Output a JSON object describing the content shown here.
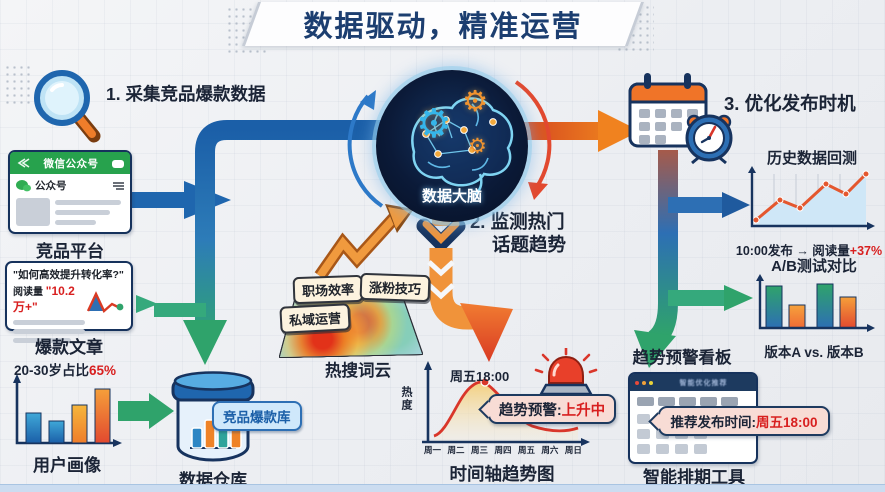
{
  "title": "数据驱动，精准运营",
  "steps": {
    "step1": "1. 采集竞品爆款数据",
    "step2_line1": "2. 监测热门",
    "step2_line2": "话题趋势",
    "step3": "3. 优化发布时机"
  },
  "platform_card": {
    "header": "微信公众号",
    "account": "公众号",
    "label": "竞品平台"
  },
  "article_card": {
    "title": "\"如何高效提升转化率?\"",
    "read_label": "阅读量",
    "read_value": "\"10.2万+\"",
    "label": "爆款文章"
  },
  "user_profile": {
    "stat_prefix": "20-30岁占比",
    "stat_value": "65%",
    "label": "用户画像"
  },
  "brain": {
    "label": "数据大脑"
  },
  "wordcloud": {
    "tags": [
      "职场效率",
      "涨粉技巧",
      "私域运营"
    ],
    "label": "热搜词云"
  },
  "timeline": {
    "peak_label": "周五18:00",
    "alert_prefix": "趋势预警: ",
    "alert_value": "上升中",
    "ylabel": "热度",
    "xlabels": [
      "周一",
      "周二",
      "周三",
      "周四",
      "周五",
      "周六",
      "周日"
    ],
    "label": "时间轴趋势图"
  },
  "warehouse": {
    "tag": "竞品爆款库",
    "label": "数据仓库"
  },
  "backtest": {
    "title": "历史数据回测",
    "caption_prefix": "10:00发布 → 阅读量",
    "caption_value": "+37%"
  },
  "ab_test": {
    "title": "A/B测试对比",
    "caption": "版本A vs. 版本B"
  },
  "dashboard": {
    "label": "趋势预警看板"
  },
  "scheduler": {
    "window_title": "智能优化推荐",
    "bubble_prefix": "推荐发布时间: ",
    "bubble_value": "周五18:00",
    "label": "智能排期工具"
  },
  "colors": {
    "title_navy": "#1c3e70",
    "alert_red": "#d81f1f",
    "flow_blue": "#1f66ae",
    "flow_green": "#2fa36b",
    "flow_orange": "#f0933a"
  },
  "chart_data": [
    {
      "type": "bar",
      "title": "用户画像",
      "annotation": "20-30岁占比65%",
      "categories": [
        "bar1",
        "bar2",
        "bar3",
        "bar4"
      ],
      "values": [
        58,
        42,
        73,
        100
      ],
      "ylim": [
        0,
        100
      ],
      "note": "relative heights, blue/blue/orange/red bars"
    },
    {
      "type": "area",
      "title": "时间轴趋势图",
      "xlabel": "周一至周日",
      "ylabel": "热度",
      "categories": [
        "周一",
        "周二",
        "周三",
        "周四",
        "周五",
        "周六",
        "周日"
      ],
      "values": [
        10,
        35,
        80,
        95,
        60,
        35,
        25
      ],
      "annotations": [
        "周五18:00",
        "趋势预警: 上升中"
      ]
    },
    {
      "type": "line",
      "title": "历史数据回测",
      "x": [
        1,
        2,
        3,
        4,
        5,
        6
      ],
      "values": [
        20,
        48,
        37,
        70,
        56,
        85
      ],
      "annotation": "10:00发布 → 阅读量+37%"
    },
    {
      "type": "bar",
      "title": "A/B测试对比",
      "categories": [
        "版本A",
        "版本B",
        "版本A",
        "版本B"
      ],
      "values": [
        95,
        52,
        100,
        72
      ],
      "note": "teal-blue bars = 版本A, orange bars = 版本B"
    }
  ]
}
